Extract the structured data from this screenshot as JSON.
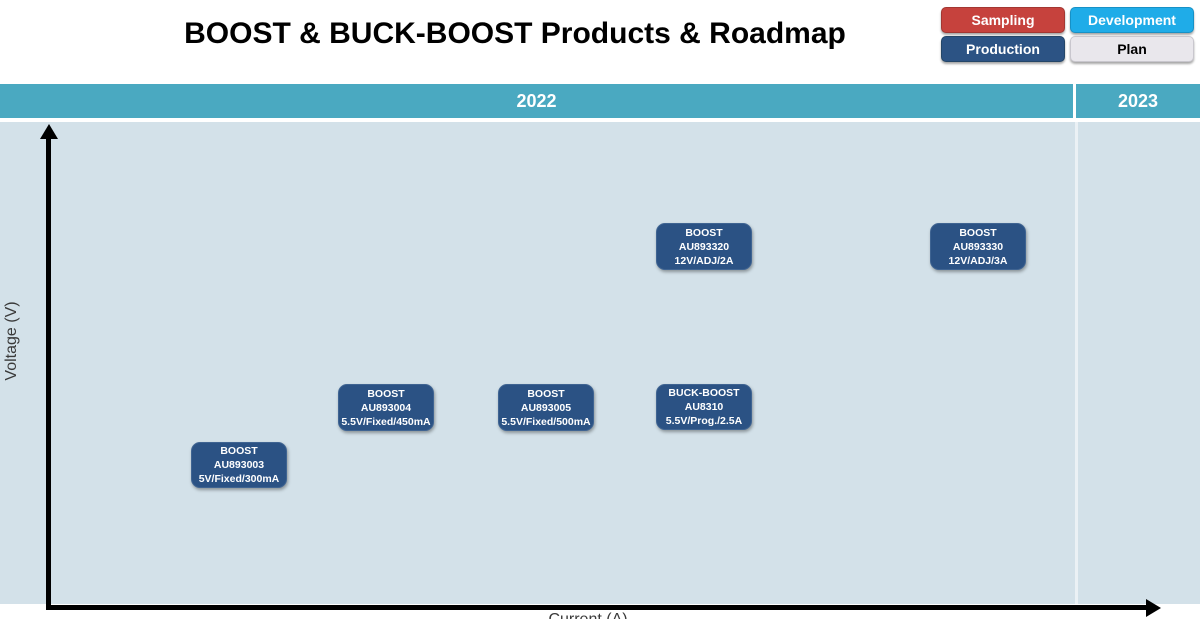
{
  "title": "BOOST & BUCK-BOOST Products & Roadmap",
  "legend": {
    "sampling": {
      "label": "Sampling",
      "color": "#C6423D"
    },
    "development": {
      "label": "Development",
      "color": "#1FACE8"
    },
    "production": {
      "label": "Production",
      "color": "#2C5384"
    },
    "plan": {
      "label": "Plan",
      "color": "#E9E7EC"
    }
  },
  "timeline": {
    "year_left": "2022",
    "year_right": "2023",
    "band_color": "#4AA9C1"
  },
  "axes": {
    "y_label": "Voltage (V)",
    "x_label": "Current (A)"
  },
  "products": [
    {
      "type": "BOOST",
      "part": "AU893003",
      "spec": "5V/Fixed/300mA",
      "status": "Production",
      "year": "2022"
    },
    {
      "type": "BOOST",
      "part": "AU893004",
      "spec": "5.5V/Fixed/450mA",
      "status": "Production",
      "year": "2022"
    },
    {
      "type": "BOOST",
      "part": "AU893005",
      "spec": "5.5V/Fixed/500mA",
      "status": "Production",
      "year": "2022"
    },
    {
      "type": "BUCK-BOOST",
      "part": "AU8310",
      "spec": "5.5V/Prog./2.5A",
      "status": "Production",
      "year": "2022"
    },
    {
      "type": "BOOST",
      "part": "AU893320",
      "spec": "12V/ADJ/2A",
      "status": "Production",
      "year": "2022"
    },
    {
      "type": "BOOST",
      "part": "AU893330",
      "spec": "12V/ADJ/3A",
      "status": "Production",
      "year": "2022"
    }
  ],
  "chart_data": {
    "type": "scatter",
    "title": "BOOST & BUCK-BOOST Products & Roadmap",
    "xlabel": "Current (A)",
    "ylabel": "Voltage (V)",
    "legend_entries": [
      "Sampling",
      "Development",
      "Production",
      "Plan"
    ],
    "legend_colors": {
      "Sampling": "#C6423D",
      "Development": "#1FACE8",
      "Production": "#2C5384",
      "Plan": "#E9E7EC"
    },
    "columns": [
      "2022",
      "2023"
    ],
    "grid": false,
    "points": [
      {
        "label": "BOOST AU893003",
        "voltage_v": 5.0,
        "current_a": 0.3,
        "spec": "5V/Fixed/300mA",
        "status": "Production",
        "year": "2022"
      },
      {
        "label": "BOOST AU893004",
        "voltage_v": 5.5,
        "current_a": 0.45,
        "spec": "5.5V/Fixed/450mA",
        "status": "Production",
        "year": "2022"
      },
      {
        "label": "BOOST AU893005",
        "voltage_v": 5.5,
        "current_a": 0.5,
        "spec": "5.5V/Fixed/500mA",
        "status": "Production",
        "year": "2022"
      },
      {
        "label": "BUCK-BOOST AU8310",
        "voltage_v": 5.5,
        "current_a": 2.5,
        "spec": "5.5V/Prog./2.5A",
        "status": "Production",
        "year": "2022"
      },
      {
        "label": "BOOST AU893320",
        "voltage_v": 12.0,
        "current_a": 2.0,
        "spec": "12V/ADJ/2A",
        "status": "Production",
        "year": "2022"
      },
      {
        "label": "BOOST AU893330",
        "voltage_v": 12.0,
        "current_a": 3.0,
        "spec": "12V/ADJ/3A",
        "status": "Production",
        "year": "2022"
      }
    ]
  }
}
